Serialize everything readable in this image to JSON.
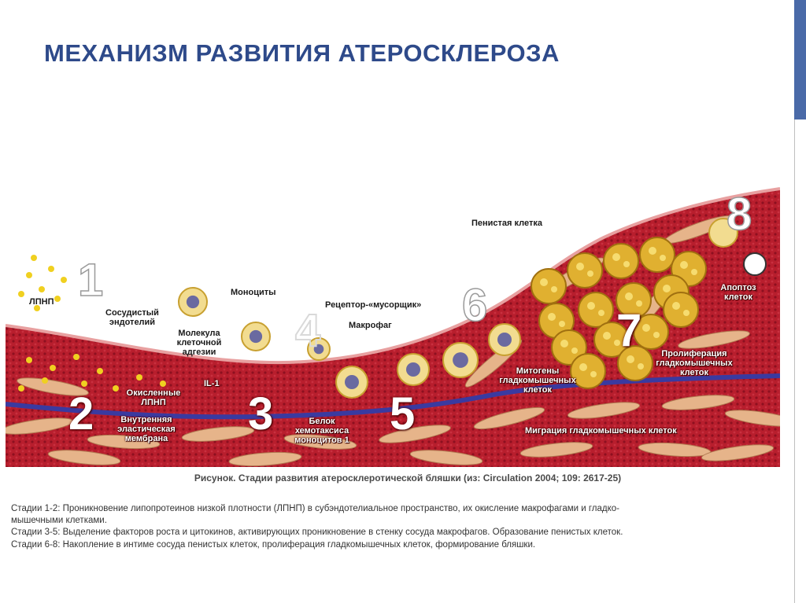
{
  "title": "МЕХАНИЗМ РАЗВИТИЯ АТЕРОСКЛЕРОЗА",
  "colors": {
    "title": "#2e4a8a",
    "accent_bar": "#4a6aa8",
    "vessel_wall": "#b81e2d",
    "vessel_dark": "#7a0a14",
    "membrane": "#3a3aa0",
    "lipid": "#f0d020",
    "foam_cell": "#e0b030",
    "muscle_cell": "#e6b48a"
  },
  "stages": [
    "1",
    "2",
    "3",
    "4",
    "5",
    "6",
    "7",
    "8"
  ],
  "labels": {
    "ldl": "ЛПНП",
    "endothelium": "Сосудистый\nэндотелий",
    "monocytes": "Моноциты",
    "adhesion_molecule": "Молекула\nклеточной\nадгезии",
    "receptor": "Рецептор-«мусорщик»",
    "macrophage": "Макрофаг",
    "foam_cell": "Пенистая клетка",
    "apoptosis": "Апоптоз\nклеток",
    "oxidized_ldl": "Окисленные\nЛПНП",
    "il1": "IL-1",
    "internal_membrane": "Внутренняя\nэластическая\nмембрана",
    "chemotaxis_protein": "Белок\nхемотаксиса\nмоноцитов 1",
    "mitogens": "Митогены\nгладкомышечных\nклеток",
    "proliferation": "Пролиферация\nгладкомышечных\nклеток",
    "migration": "Миграция гладкомышечных клеток"
  },
  "caption": {
    "title": "Рисунок. Стадии развития атеросклеротической бляшки (из: Circulation 2004; 109: 2617-25)",
    "lines": [
      "Стадии 1-2: Проникновение липопротеинов низкой плотности (ЛПНП) в субэндотелиальное пространство, их окисление макрофагами и гладко-",
      "мышечными клетками.",
      "Стадии 3-5: Выделение факторов роста и цитокинов, активирующих проникновение в стенку сосуда макрофагов. Образование пенистых клеток.",
      "Стадии 6-8: Накопление в интиме сосуда пенистых клеток, пролиферация гладкомышечных клеток, формирование бляшки."
    ]
  }
}
